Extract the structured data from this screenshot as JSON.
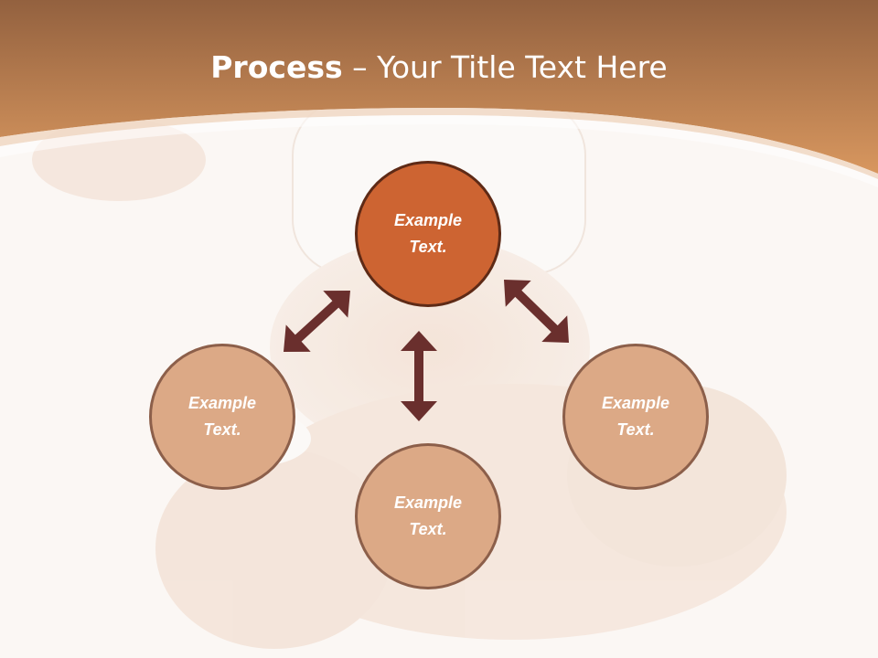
{
  "title": {
    "bold": "Process",
    "rest": " – Your Title Text Here"
  },
  "colors": {
    "header_top": "#9a6844",
    "header_bottom": "#d4945f",
    "center_node": "#cd6432",
    "center_border": "#5e2a16",
    "outer_node": "#dca986",
    "outer_border": "#8c5f4a",
    "arrow": "#6a2f2d",
    "background": "#fbf7f4"
  },
  "nodes": {
    "top": {
      "line1": "Example",
      "line2": "Text."
    },
    "left": {
      "line1": "Example",
      "line2": "Text."
    },
    "right": {
      "line1": "Example",
      "line2": "Text."
    },
    "bottom": {
      "line1": "Example",
      "line2": "Text."
    }
  },
  "arrows": [
    "double-headed",
    "double-headed",
    "double-headed"
  ]
}
